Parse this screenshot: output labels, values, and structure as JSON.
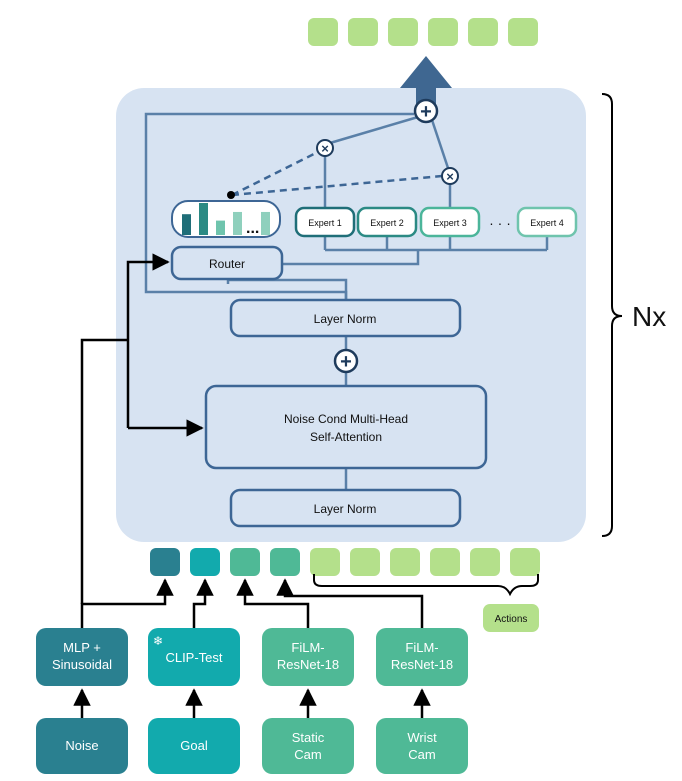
{
  "colors": {
    "panel": "#d7e3f2",
    "block_border": "#3d6695",
    "line": "#5a80a8",
    "token_green": "#b4e08b",
    "expert1": "#1f6e78",
    "expert2": "#2b8a84",
    "expert3": "#4bb59a",
    "expert4": "#6fc4ad",
    "noise": "#2a8090",
    "clip": "#12aaad",
    "film": "#4fb996",
    "token_noise": "#2a8090",
    "token_goal": "#12aaad",
    "token_cam": "#4fb996"
  },
  "labels": {
    "nx": "Nx",
    "router": "Router",
    "layer_norm_top": "Layer Norm",
    "attention_line1": "Noise Cond Multi-Head",
    "attention_line2": "Self-Attention",
    "layer_norm_bottom": "Layer Norm",
    "expert1": "Expert 1",
    "expert2": "Expert 2",
    "expert3": "Expert 3",
    "expert4": "Expert 4",
    "expert_ellipsis": "· · ·",
    "router_ellipsis": "...",
    "actions": "Actions",
    "mlp_line1": "MLP +",
    "mlp_line2": "Sinusoidal",
    "clip": "CLIP-Test",
    "film1_line1": "FiLM-",
    "film1_line2": "ResNet-18",
    "film2_line1": "FiLM-",
    "film2_line2": "ResNet-18",
    "noise": "Noise",
    "goal": "Goal",
    "static_line1": "Static",
    "static_line2": "Cam",
    "wrist_line1": "Wrist",
    "wrist_line2": "Cam",
    "plus": "+",
    "times": "×",
    "snowflake": "❄"
  },
  "router_bars": [
    0.65,
    1.0,
    0.45,
    0.72
  ],
  "router_bar_colors": [
    "#1f6e78",
    "#2b8a84",
    "#6fc4ad",
    "#8fd0bd"
  ]
}
